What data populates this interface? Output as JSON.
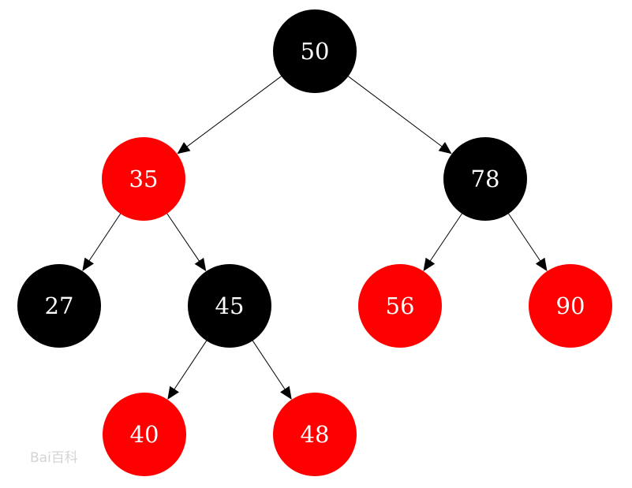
{
  "colors": {
    "red": "#ff0000",
    "black": "#000000",
    "text": "#ffffff",
    "edge": "#000000"
  },
  "tree": {
    "nodes": [
      {
        "id": "n50",
        "value": "50",
        "color": "black"
      },
      {
        "id": "n35",
        "value": "35",
        "color": "red"
      },
      {
        "id": "n78",
        "value": "78",
        "color": "black"
      },
      {
        "id": "n27",
        "value": "27",
        "color": "black"
      },
      {
        "id": "n45",
        "value": "45",
        "color": "black"
      },
      {
        "id": "n56",
        "value": "56",
        "color": "red"
      },
      {
        "id": "n90",
        "value": "90",
        "color": "red"
      },
      {
        "id": "n40",
        "value": "40",
        "color": "red"
      },
      {
        "id": "n48",
        "value": "48",
        "color": "red"
      }
    ],
    "edges": [
      {
        "from": "n50",
        "to": "n35"
      },
      {
        "from": "n50",
        "to": "n78"
      },
      {
        "from": "n35",
        "to": "n27"
      },
      {
        "from": "n35",
        "to": "n45"
      },
      {
        "from": "n78",
        "to": "n56"
      },
      {
        "from": "n78",
        "to": "n90"
      },
      {
        "from": "n45",
        "to": "n40"
      },
      {
        "from": "n45",
        "to": "n48"
      }
    ]
  },
  "watermark": {
    "text": "Bai百科"
  }
}
